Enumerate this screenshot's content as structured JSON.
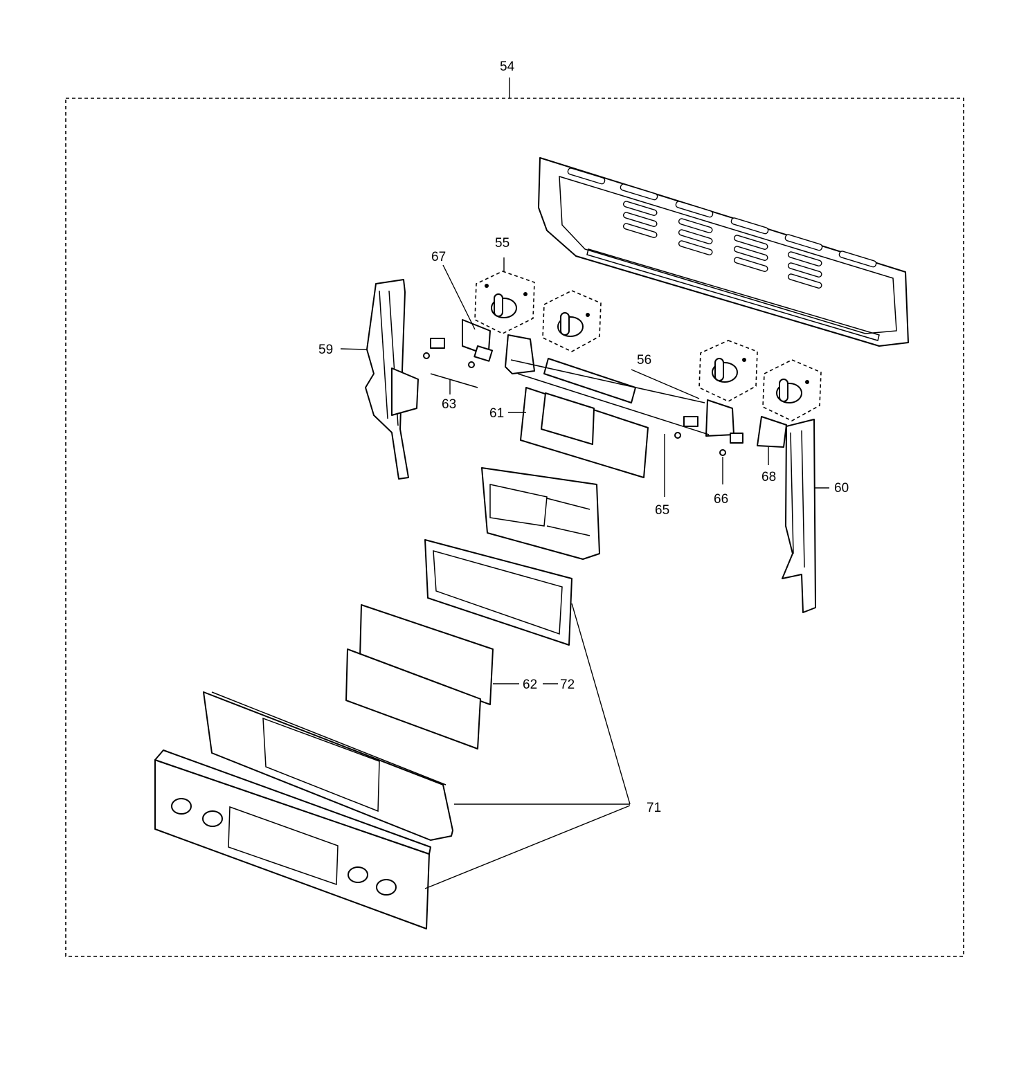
{
  "diagram": {
    "labels": {
      "p54": "54",
      "p55": "55",
      "p56": "56",
      "p59": "59",
      "p60": "60",
      "p61": "61",
      "p62": "62",
      "p63": "63",
      "p65": "65",
      "p66": "66",
      "p67": "67",
      "p68": "68",
      "p71": "71",
      "p72": "72"
    }
  }
}
